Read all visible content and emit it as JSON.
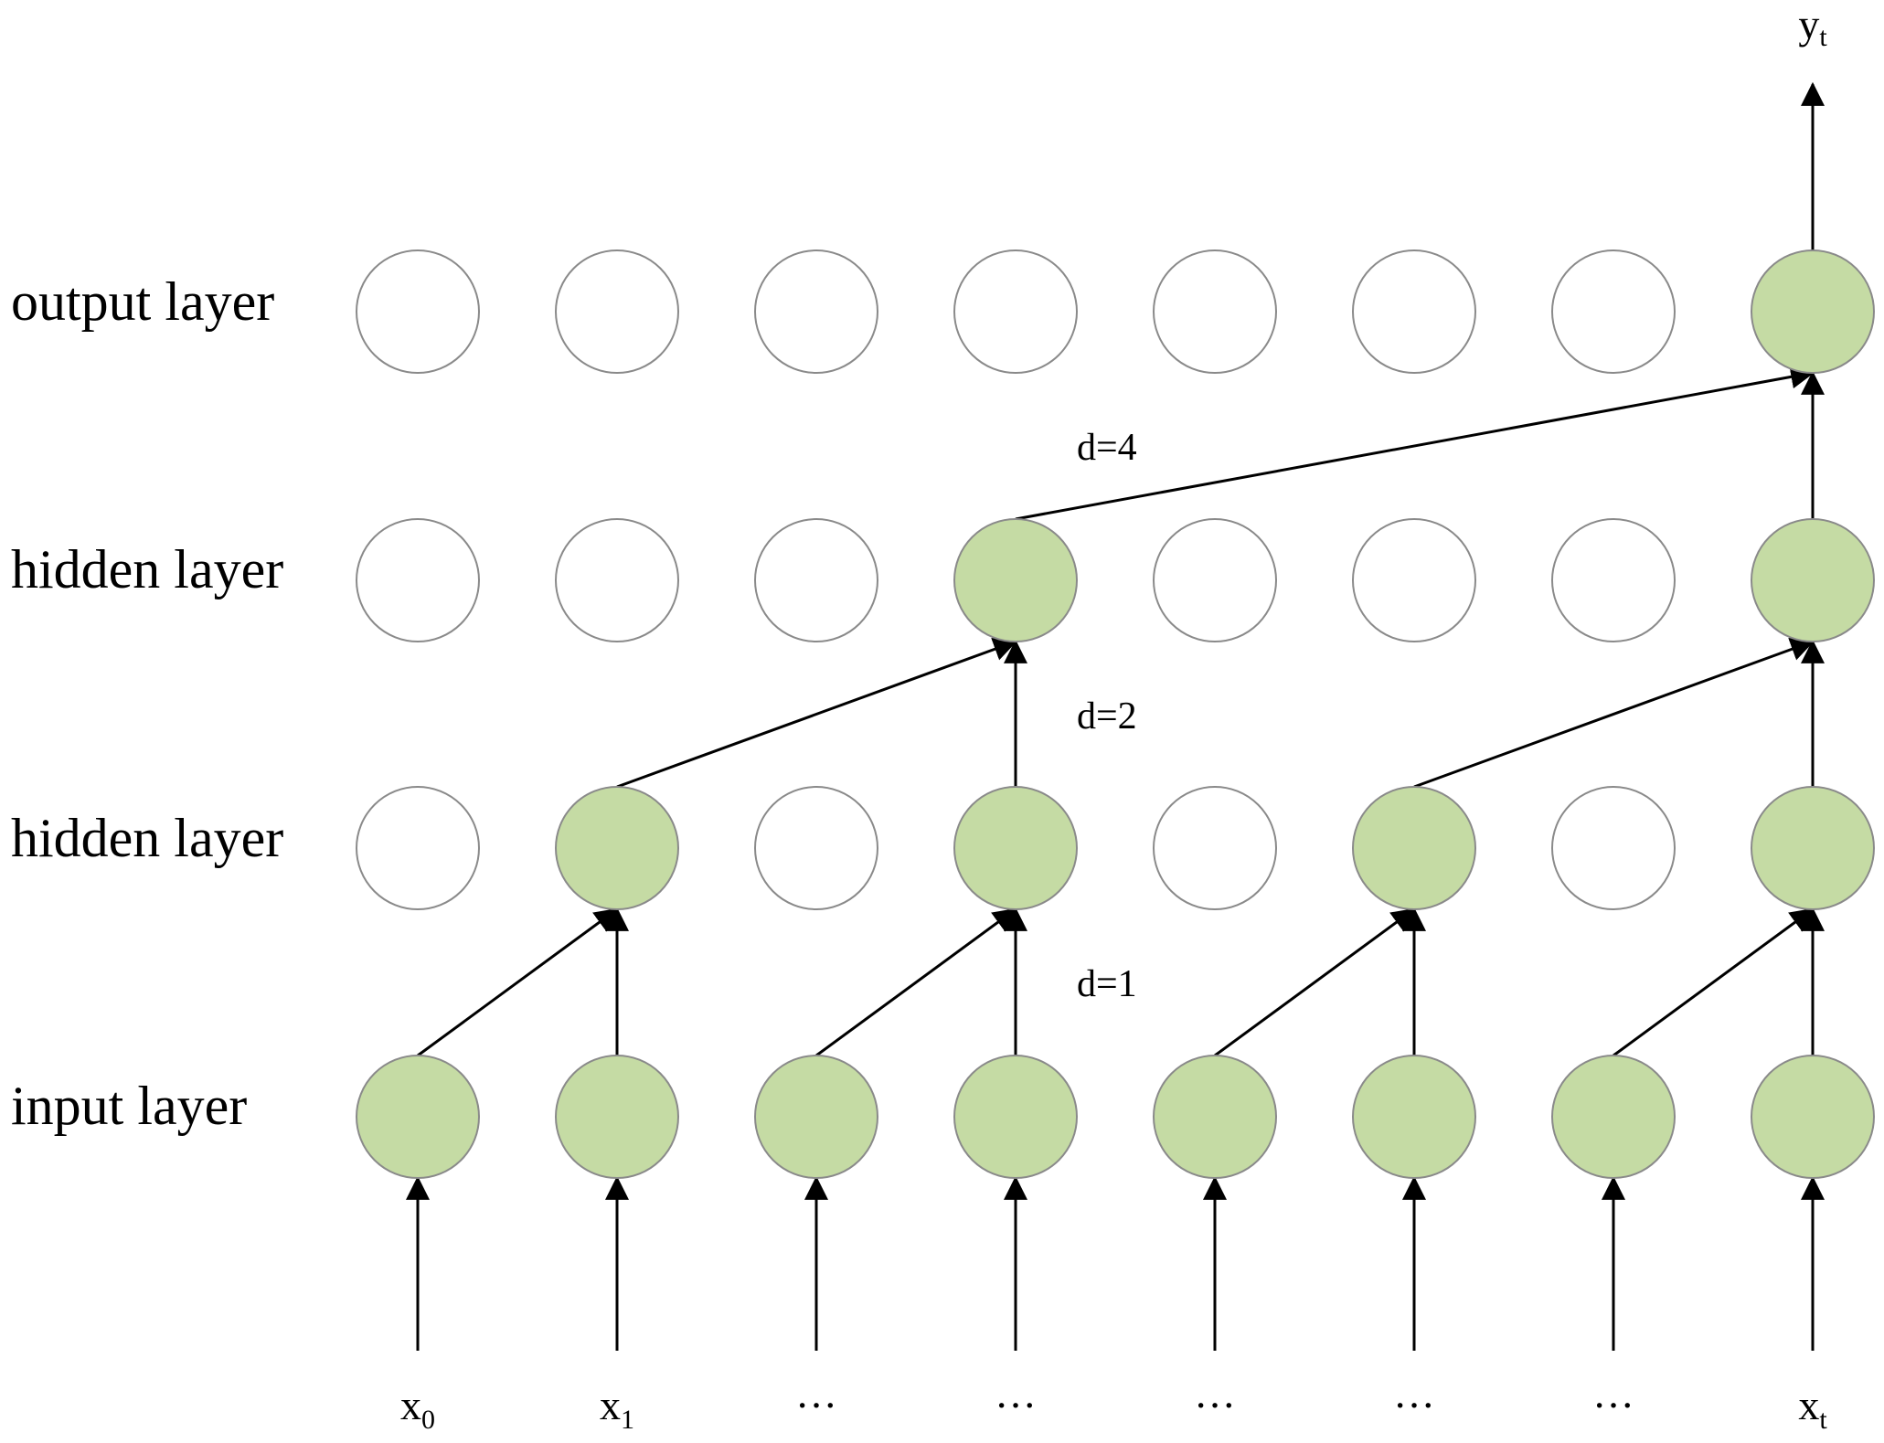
{
  "layers": [
    {
      "label": "output layer",
      "active": [
        false,
        false,
        false,
        false,
        false,
        false,
        false,
        true
      ]
    },
    {
      "label": "hidden layer",
      "active": [
        false,
        false,
        false,
        true,
        false,
        false,
        false,
        true
      ]
    },
    {
      "label": "hidden layer",
      "active": [
        false,
        true,
        false,
        true,
        false,
        true,
        false,
        true
      ]
    },
    {
      "label": "input layer",
      "active": [
        true,
        true,
        true,
        true,
        true,
        true,
        true,
        true
      ]
    }
  ],
  "dilations": [
    "d=4",
    "d=2",
    "d=1"
  ],
  "inputs": [
    {
      "base": "x",
      "sub": "0"
    },
    {
      "base": "x",
      "sub": "1"
    },
    {
      "base": "···",
      "sub": ""
    },
    {
      "base": "···",
      "sub": ""
    },
    {
      "base": "···",
      "sub": ""
    },
    {
      "base": "···",
      "sub": ""
    },
    {
      "base": "···",
      "sub": ""
    },
    {
      "base": "x",
      "sub": "t"
    }
  ],
  "output": {
    "base": "y",
    "sub": "t"
  },
  "colors": {
    "active_fill": "#c5dba4",
    "inactive_fill": "#ffffff",
    "node_stroke": "#8a8a8a",
    "edge": "#000000"
  }
}
